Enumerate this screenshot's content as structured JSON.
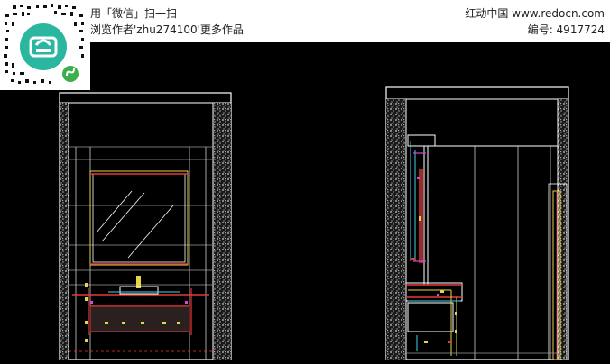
{
  "header": {
    "wechat_prompt": "用「微信」扫一扫",
    "author_prompt": "浏览作者'zhu274100'更多作品",
    "site_brand": "红动中国 www.redocn.com",
    "image_id": "编号: 4917724"
  },
  "colors": {
    "background": "#000000",
    "header_bg": "#ffffff",
    "qr_accent": "#2bb6a0",
    "qr_badge": "#3cae4c",
    "line_white": "#ffffff",
    "line_red": "#e53a3a",
    "line_yellow": "#e8d44a",
    "line_cyan": "#46d2e6",
    "line_magenta": "#e046d6",
    "line_gray": "#9a9a9a",
    "hatch_fill": "#cfcfcf"
  },
  "icons": {
    "qr_code": "qr-code-icon",
    "cloud_logo": "cloud-logo-icon",
    "mini_program_badge": "mini-program-icon"
  }
}
